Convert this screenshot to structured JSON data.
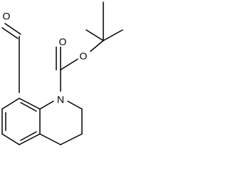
{
  "molecule": {
    "atoms": {
      "aldehyde_oxygen": "O",
      "carbonyl_oxygen": "O",
      "ester_oxygen": "O",
      "ring_nitrogen": "N"
    }
  }
}
